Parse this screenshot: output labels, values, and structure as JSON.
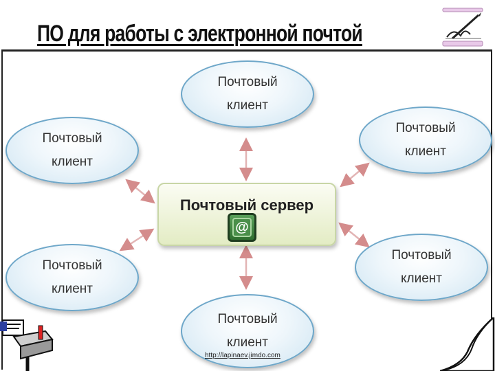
{
  "title": "ПО для работы с электронной почтой",
  "server": {
    "label": "Почтовый сервер",
    "badge": "@"
  },
  "clients": [
    {
      "line1": "Почтовый",
      "line2": "клиент"
    },
    {
      "line1": "Почтовый",
      "line2": "клиент"
    },
    {
      "line1": "Почтовый",
      "line2": "клиент"
    },
    {
      "line1": "Почтовый",
      "line2": "клиент"
    },
    {
      "line1": "Почтовый",
      "line2": "клиент"
    },
    {
      "line1": "Почтовый",
      "line2": "клиент"
    }
  ],
  "footer": {
    "url": "http://lapinaev.jimdo.com"
  },
  "icons": {
    "top_right": "pen-writing-icon",
    "bottom_left": "mailbox-icon",
    "bottom_right": "page-curl-icon"
  },
  "colors": {
    "node_border": "#6ea7c9",
    "arrow": "#d9a0a0",
    "server_fill": "#e3ecc4",
    "badge": "#2f6f2f"
  }
}
